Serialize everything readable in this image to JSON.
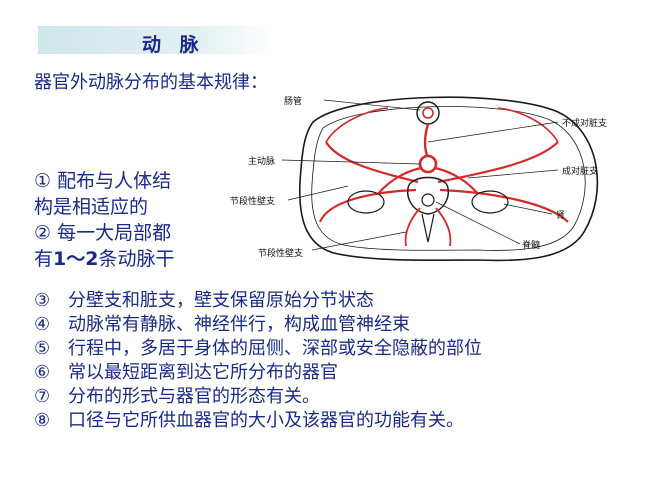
{
  "header": {
    "title": "动 脉"
  },
  "subtitle": "器官外动脉分布的基本规律：",
  "left_points": {
    "line1": "① 配布与人体结",
    "line2": "构是相适应的",
    "line3": "② 每一大局部都",
    "line4_pre": "有",
    "line4_bold": "1～2",
    "line4_post": "条动脉干"
  },
  "rules": [
    {
      "num": "③",
      "text": "分壁支和脏支，壁支保留原始分节状态"
    },
    {
      "num": "④",
      "text": "动脉常有静脉、神经伴行，构成血管神经束"
    },
    {
      "num": "⑤",
      "text": "行程中，多居于身体的屈侧、深部或安全隐蔽的部位"
    },
    {
      "num": "⑥",
      "text": "常以最短距离到达它所分布的器官"
    },
    {
      "num": "⑦",
      "text": "分布的形式与器官的形态有关。"
    },
    {
      "num": "⑧",
      "text": "口径与它所供血器官的大小及该器官的功能有关。"
    }
  ],
  "diagram": {
    "labels": {
      "intestine": "肠管",
      "unpaired_visceral": "不成对脏支",
      "aorta": "主动脉",
      "paired_visceral": "成对脏支",
      "segmental_parietal_1": "节段性壁支",
      "kidney": "肾",
      "segmental_parietal_2": "节段性壁支",
      "spinal_cord": "脊髓"
    },
    "colors": {
      "artery": "#d42a2a",
      "outline": "#1a1a1a"
    }
  }
}
